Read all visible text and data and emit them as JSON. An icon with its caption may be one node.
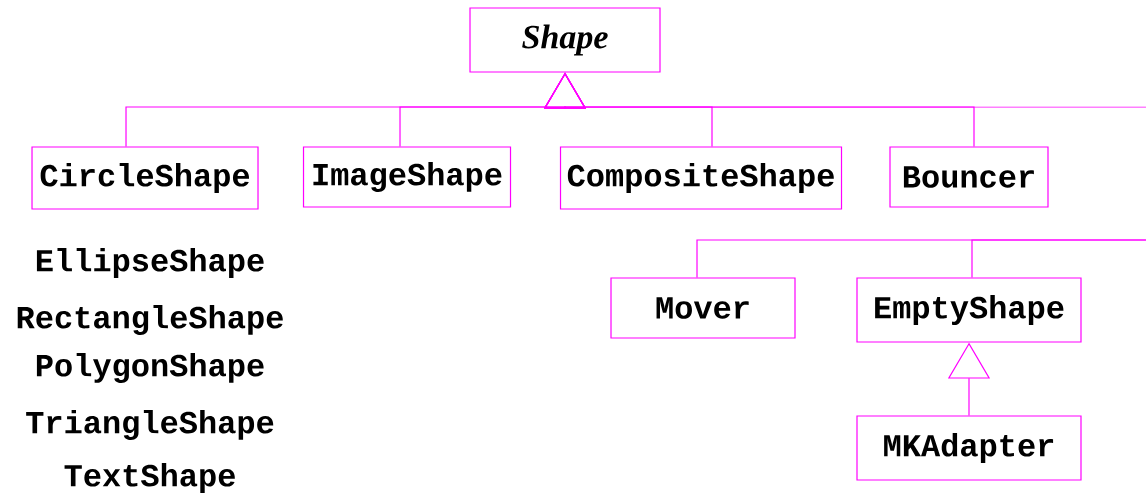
{
  "diagram": {
    "nodes": [
      {
        "text": [
          "Shape"
        ]
      },
      {
        "text": [
          "CircleShape"
        ]
      },
      {
        "text": [
          "ImageShape"
        ]
      },
      {
        "text": [
          "CompositeShape"
        ]
      },
      {
        "text": [
          "Bouncer"
        ]
      },
      {
        "text": [
          "Mover"
        ]
      },
      {
        "text": [
          "EmptyShape"
        ]
      },
      {
        "text": [
          "MKAdapter"
        ]
      }
    ],
    "edges": [
      {
        "from": 1,
        "to": 0,
        "arrow": "to"
      },
      {
        "from": 2,
        "to": 0,
        "arrow": "to"
      },
      {
        "from": 3,
        "to": 0,
        "arrow": "to"
      },
      {
        "from": 4,
        "to": 0,
        "arrow": "to"
      },
      {
        "from": null,
        "to": 0,
        "arrow": "to"
      },
      {
        "from": 5,
        "to": null,
        "arrow": "none"
      },
      {
        "from": 6,
        "to": null,
        "arrow": "none"
      },
      {
        "from": 7,
        "to": 6,
        "arrow": "to"
      }
    ],
    "labels": [
      "EllipseShape",
      "RectangleShape",
      "PolygonShape",
      "TriangleShape",
      "TextShape"
    ]
  }
}
